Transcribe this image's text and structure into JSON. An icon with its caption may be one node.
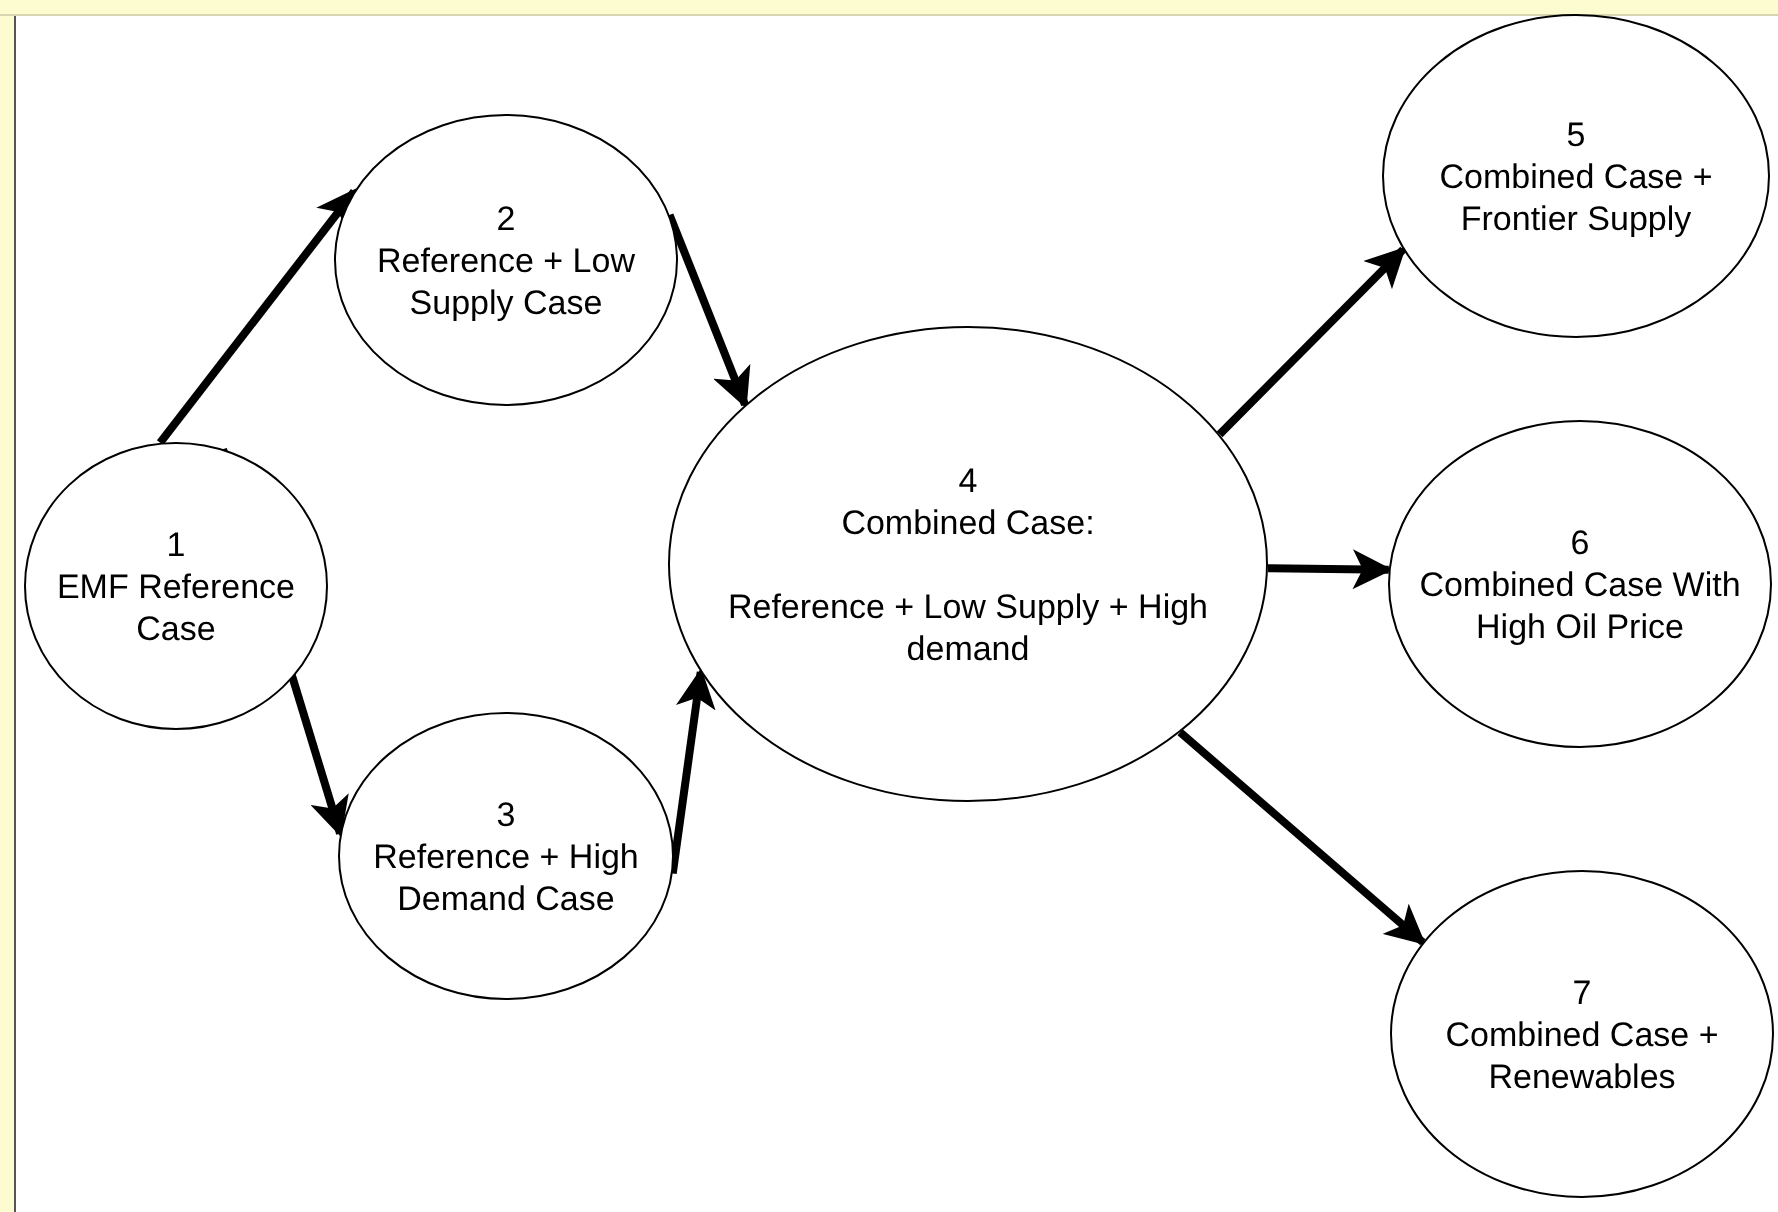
{
  "diagram": {
    "nodes": [
      {
        "text": [
          "1",
          "EMF Reference Case"
        ]
      },
      {
        "text": [
          "2",
          "Reference + Low Supply Case"
        ]
      },
      {
        "text": [
          "3",
          "Reference + High Demand Case"
        ]
      },
      {
        "text": [
          "4",
          "Combined Case:",
          "Reference + Low Supply + High demand"
        ]
      },
      {
        "text": [
          "5",
          "Combined Case + Frontier Supply"
        ]
      },
      {
        "text": [
          "6",
          "Combined Case With High Oil Price"
        ]
      },
      {
        "text": [
          "7",
          "Combined Case + Renewables"
        ]
      }
    ],
    "edges": [
      {
        "from": 0,
        "to": 1,
        "arrow": "to"
      },
      {
        "from": 0,
        "to": 2,
        "arrow": "to"
      },
      {
        "from": 1,
        "to": 3,
        "arrow": "to"
      },
      {
        "from": 2,
        "to": 3,
        "arrow": "to"
      },
      {
        "from": 3,
        "to": 4,
        "arrow": "to"
      },
      {
        "from": 3,
        "to": 5,
        "arrow": "to"
      },
      {
        "from": 3,
        "to": 6,
        "arrow": "to"
      }
    ]
  }
}
